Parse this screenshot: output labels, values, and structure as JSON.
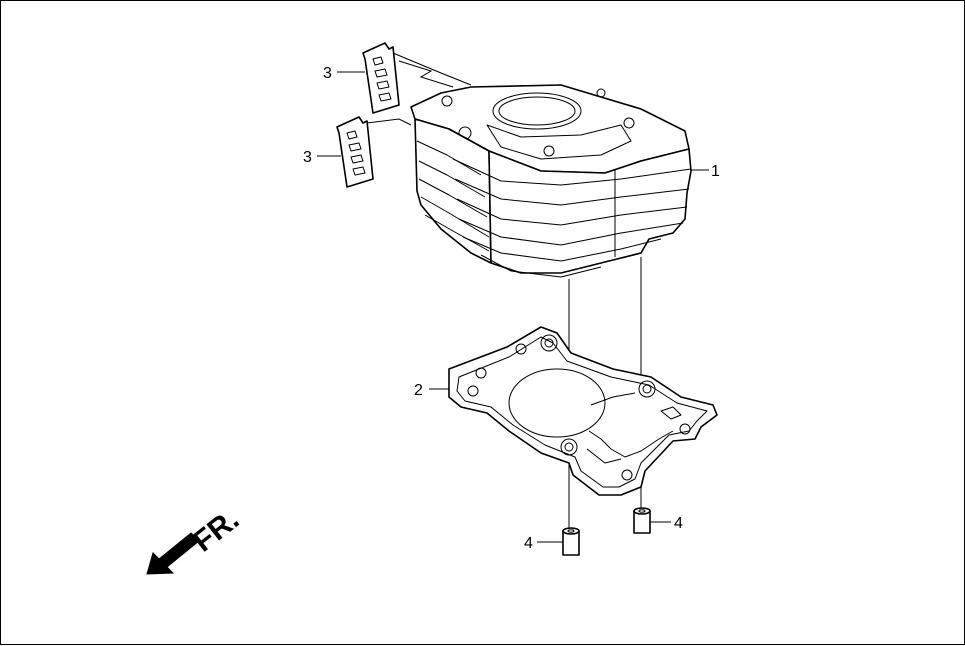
{
  "diagram": {
    "callouts": {
      "cylinder": "1",
      "gasket": "2",
      "insulator_upper": "3",
      "insulator_lower": "3",
      "dowel_left": "4",
      "dowel_right": "4"
    },
    "direction_label": "FR."
  }
}
